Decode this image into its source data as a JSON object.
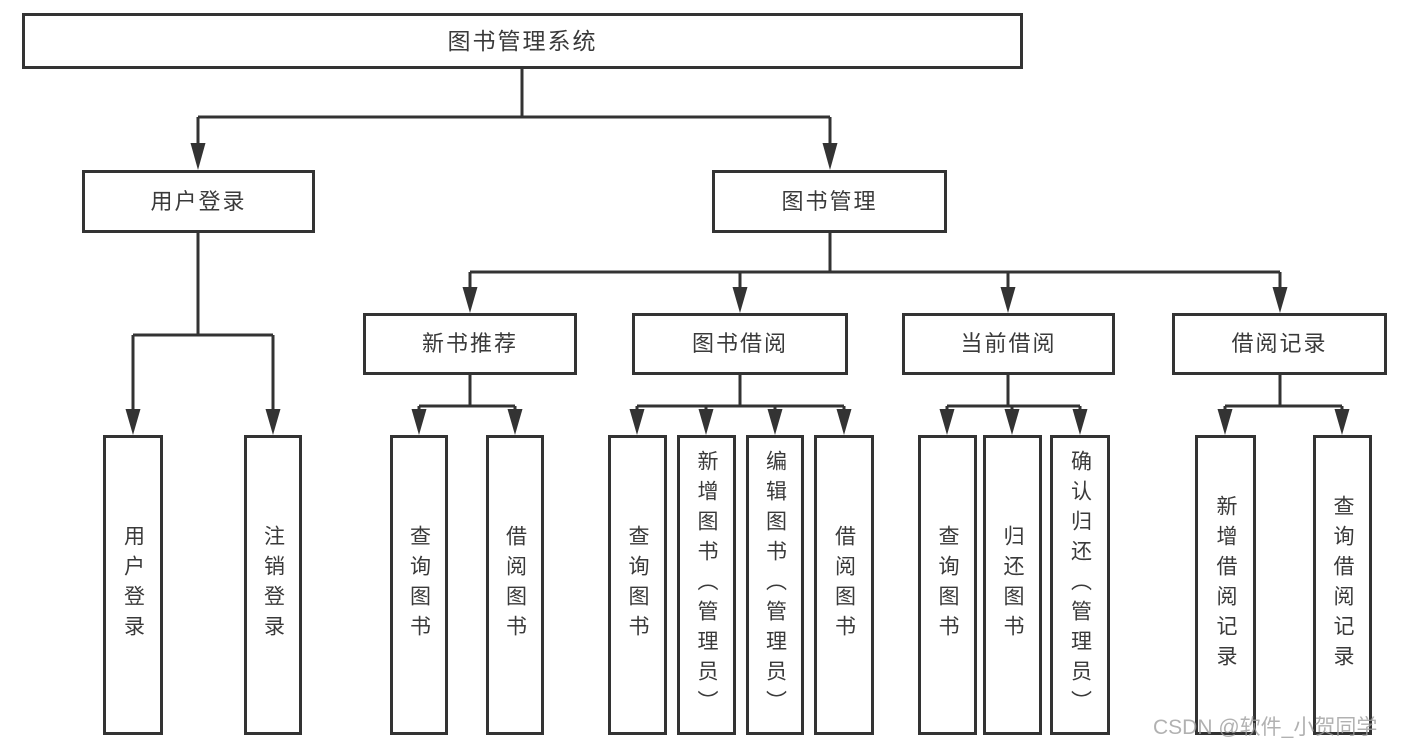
{
  "diagram": {
    "title": "图书管理系统",
    "nodes": {
      "root": {
        "label": "图书管理系统"
      },
      "user_login": {
        "label": "用户登录",
        "leaves": [
          "用户登录",
          "注销登录"
        ]
      },
      "book_management": {
        "label": "图书管理"
      },
      "new_book_recommend": {
        "label": "新书推荐",
        "leaves": [
          "查询图书",
          "借阅图书"
        ]
      },
      "book_borrow": {
        "label": "图书借阅",
        "leaves": [
          "查询图书",
          "新增图书（管理员）",
          "编辑图书（管理员）",
          "借阅图书"
        ]
      },
      "current_borrow": {
        "label": "当前借阅",
        "leaves": [
          "查询图书",
          "归还图书",
          "确认归还（管理员）"
        ]
      },
      "borrow_records": {
        "label": "借阅记录",
        "leaves": [
          "新增借阅记录",
          "查询借阅记录"
        ]
      }
    },
    "watermark": "CSDN @软件_小贺同学",
    "colors": {
      "line": "#333333",
      "text": "#3a3a3a",
      "watermark": "#9e9e9e",
      "background": "#ffffff"
    }
  }
}
